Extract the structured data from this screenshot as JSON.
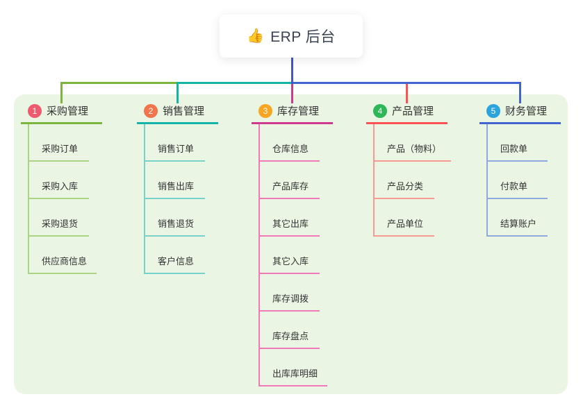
{
  "root": {
    "emoji": "👍",
    "icon": "thumbs-up-icon",
    "label": "ERP 后台"
  },
  "theme": {
    "canvas_bg": "#ffffff",
    "panel_bg": "#eaf6e3",
    "root_line_color": "#4355c8",
    "root_text_color": "#3b4252",
    "node_text_color": "#333333"
  },
  "branches": [
    {
      "number": "1",
      "label": "采购管理",
      "badge_color": "#ef5b6e",
      "line_color": "#7cb53e",
      "child_line_color": "#abd381",
      "children": [
        "采购订单",
        "采购入库",
        "采购退货",
        "供应商信息"
      ]
    },
    {
      "number": "2",
      "label": "销售管理",
      "badge_color": "#f2744d",
      "line_color": "#14b3a7",
      "child_line_color": "#79d2c8",
      "children": [
        "销售订单",
        "销售出库",
        "销售退货",
        "客户信息"
      ]
    },
    {
      "number": "3",
      "label": "库存管理",
      "badge_color": "#f6a623",
      "line_color": "#d0388f",
      "child_line_color": "#f07ab8",
      "children": [
        "仓库信息",
        "产品库存",
        "其它出库",
        "其它入库",
        "库存调拨",
        "库存盘点",
        "出库库明细"
      ]
    },
    {
      "number": "4",
      "label": "产品管理",
      "badge_color": "#2eb757",
      "line_color": "#fa5252",
      "child_line_color": "#f89a93",
      "children": [
        "产品（物料）",
        "产品分类",
        "产品单位"
      ]
    },
    {
      "number": "5",
      "label": "财务管理",
      "badge_color": "#2ba3dc",
      "line_color": "#4164d1",
      "child_line_color": "#8ea9de",
      "children": [
        "回款单",
        "付款单",
        "结算账户"
      ]
    }
  ]
}
